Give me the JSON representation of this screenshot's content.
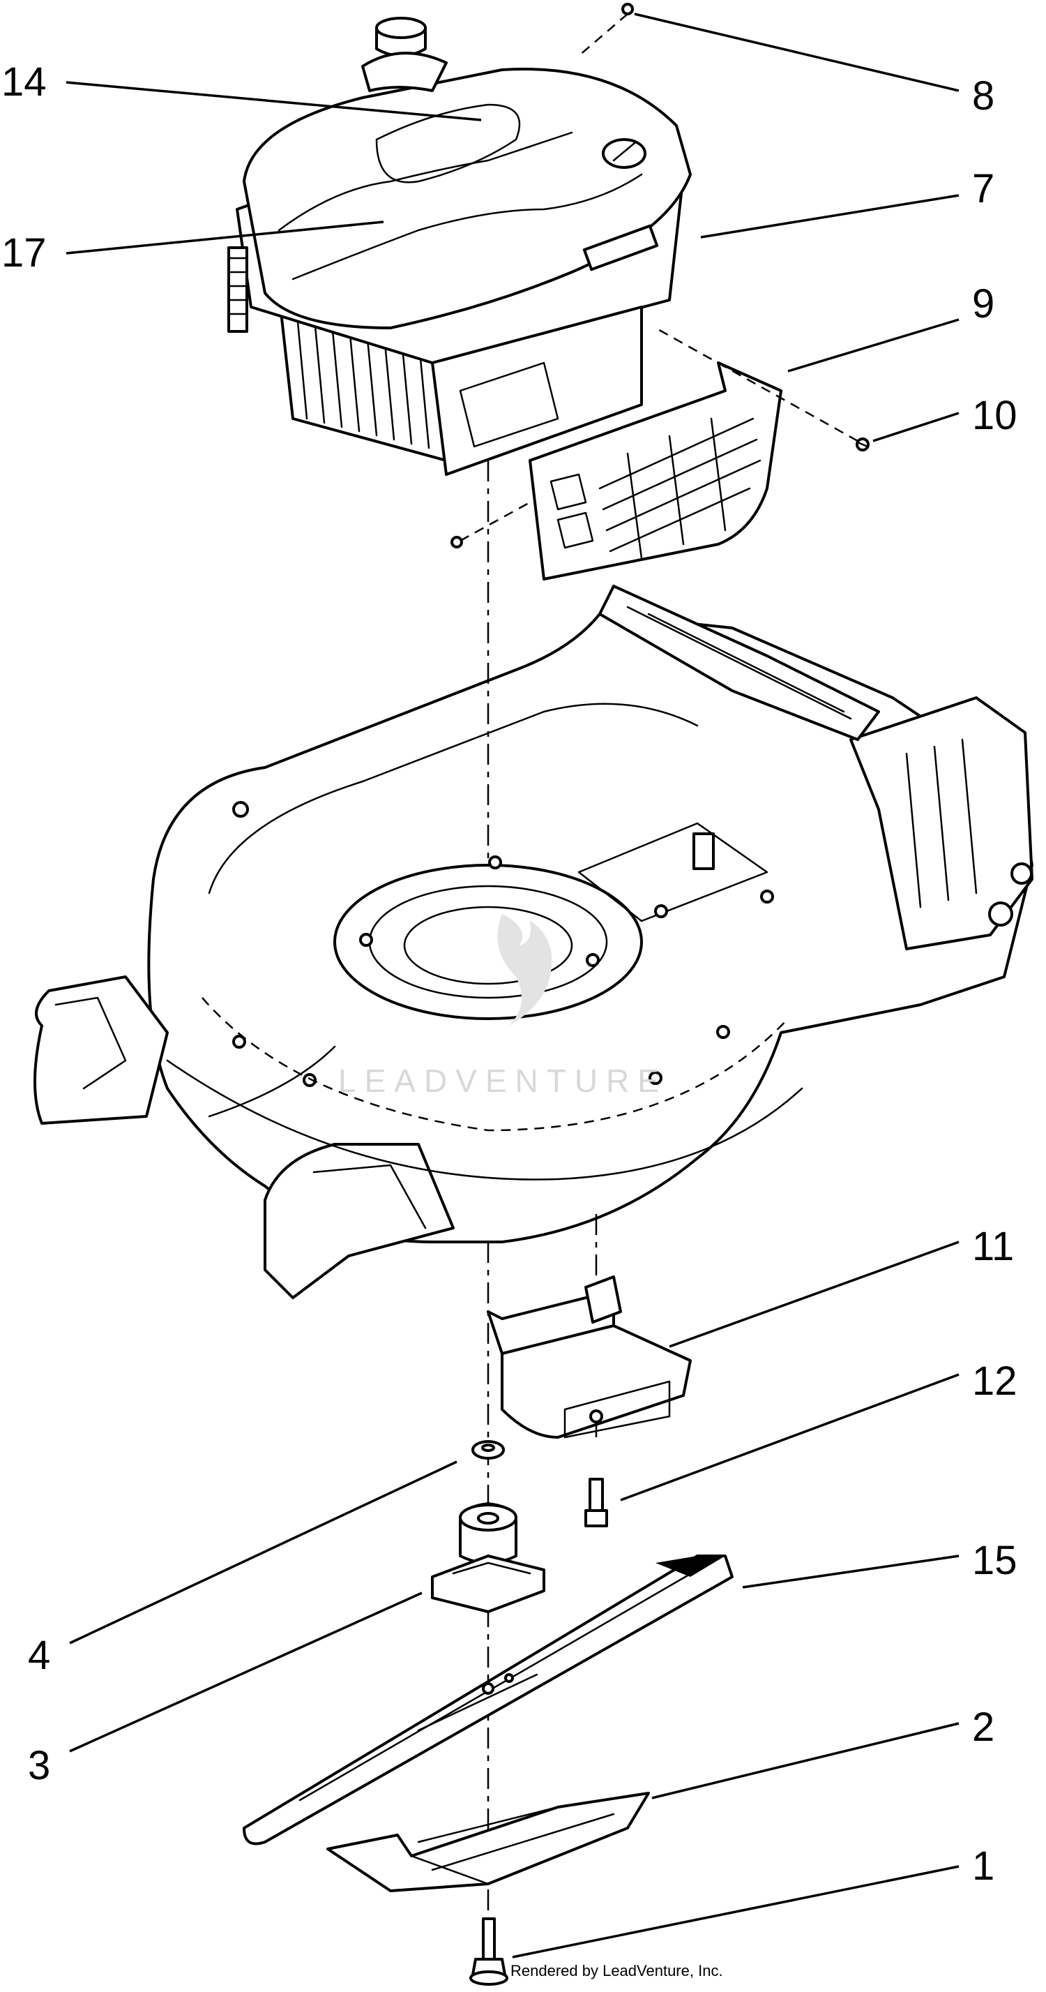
{
  "callouts": [
    {
      "id": "14",
      "label": "14"
    },
    {
      "id": "17",
      "label": "17"
    },
    {
      "id": "8",
      "label": "8"
    },
    {
      "id": "7",
      "label": "7"
    },
    {
      "id": "9",
      "label": "9"
    },
    {
      "id": "10",
      "label": "10"
    },
    {
      "id": "11",
      "label": "11"
    },
    {
      "id": "12",
      "label": "12"
    },
    {
      "id": "15",
      "label": "15"
    },
    {
      "id": "4",
      "label": "4"
    },
    {
      "id": "3",
      "label": "3"
    },
    {
      "id": "2",
      "label": "2"
    },
    {
      "id": "1",
      "label": "1"
    }
  ],
  "watermark": "LEADVENTURE",
  "credit": "Rendered by LeadVenture, Inc."
}
